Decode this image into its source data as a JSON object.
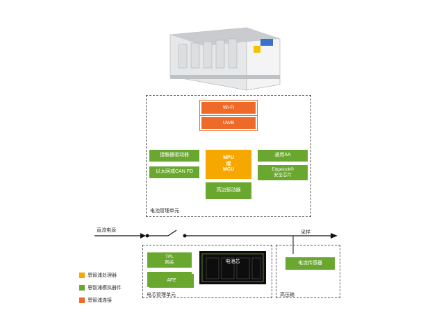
{
  "colors": {
    "orange": "#ee6a28",
    "yellow": "#f6a800",
    "green": "#6aa72f",
    "dark": "#111111"
  },
  "bmu": {
    "wifi": "Wi-Fi",
    "uwb": "UWB",
    "mcu_line1": "MPU",
    "mcu_line2": "或",
    "mcu_line3": "MCU",
    "contactor_driver": "接触器驱动器",
    "ethernet_can": "以太网或CAN FD",
    "general_aa": "通用AA",
    "edgelock_line1": "Edgelock®",
    "edgelock_line2": "安全芯片",
    "high_side_driver": "高边驱动器",
    "unit_label": "电池管理单元"
  },
  "bus": {
    "dc_source": "直流电源",
    "sampling": "采样"
  },
  "cmu": {
    "tpl_line1": "TPL",
    "tpl_line2": "网关",
    "afe": "AFE",
    "cell": "电池芯",
    "unit_label": "电芯管理单元"
  },
  "hv": {
    "current_sensor": "电流传感器",
    "box_label": "高压箱"
  },
  "legend": [
    {
      "color": "#f6a800",
      "text": "恩智浦处理器"
    },
    {
      "color": "#6aa72f",
      "text": "恩智浦模拟器件"
    },
    {
      "color": "#ee6a28",
      "text": "恩智浦连接"
    }
  ]
}
